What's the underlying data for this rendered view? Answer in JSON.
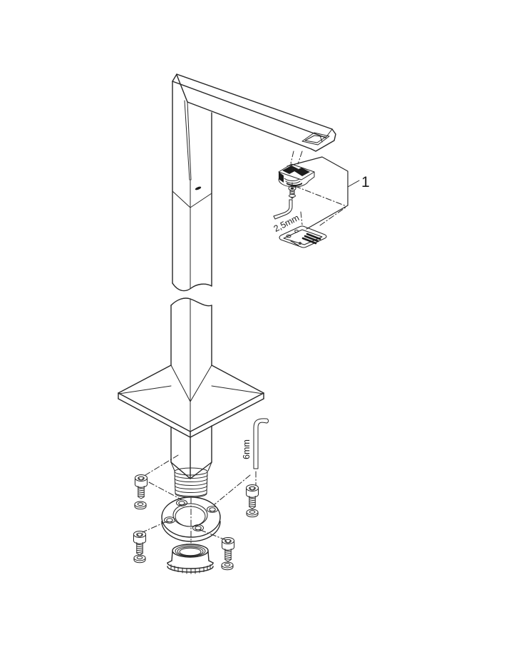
{
  "diagram": {
    "background_color": "#ffffff",
    "line_color": "#262626",
    "callout": {
      "number": "1"
    },
    "labels": {
      "hex_key_small": "2,5mm",
      "hex_key_large": "6mm"
    }
  }
}
